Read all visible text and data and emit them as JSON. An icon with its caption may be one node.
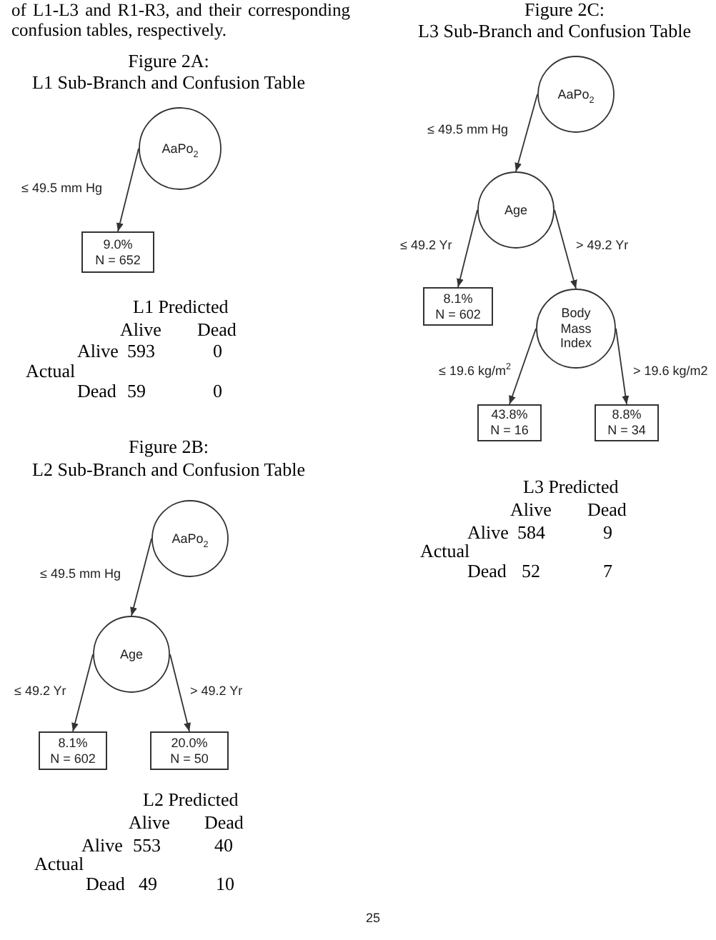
{
  "diagram": {
    "nodes": [
      {
        "text": [
          "AaPo$_{2}$"
        ]
      },
      {
        "text": [
          "9.0%",
          "N = 652"
        ]
      },
      {
        "text": [
          "AaPo$_{2}$"
        ]
      },
      {
        "text": [
          "Age"
        ]
      },
      {
        "text": [
          "8.1%",
          "N = 602"
        ]
      },
      {
        "text": [
          "20.0%",
          "N = 50"
        ]
      },
      {
        "text": [
          "AaPo$_{2}$"
        ]
      },
      {
        "text": [
          "Age"
        ]
      },
      {
        "text": [
          "8.1%",
          "N = 602"
        ]
      },
      {
        "text": [
          "Body Mass Index"
        ]
      },
      {
        "text": [
          "43.8%",
          "N = 16"
        ]
      },
      {
        "text": [
          "8.8%",
          "N = 34"
        ]
      }
    ],
    "edges": [
      {
        "from": 0,
        "to": 1,
        "arrow": "to",
        "label": "≤ 49.5 mm Hg"
      },
      {
        "from": 2,
        "to": 3,
        "arrow": "to",
        "label": "≤ 49.5 mm Hg"
      },
      {
        "from": 3,
        "to": 4,
        "arrow": "to",
        "label": "≤ 49.2 Yr"
      },
      {
        "from": 3,
        "to": 5,
        "arrow": "to",
        "label": "> 49.2 Yr"
      },
      {
        "from": 6,
        "to": 7,
        "arrow": "to",
        "label": "≤ 49.5 mm Hg"
      },
      {
        "from": 7,
        "to": 8,
        "arrow": "to",
        "label": "≤ 49.2 Yr"
      },
      {
        "from": 7,
        "to": 9,
        "arrow": "to",
        "label": "> 49.2 Yr"
      },
      {
        "from": 9,
        "to": 10,
        "arrow": "to",
        "label": "≤ 19.6 kg/m$^{2}$"
      },
      {
        "from": 9,
        "to": 11,
        "arrow": "to",
        "label": "> 19.6 kg/m2"
      }
    ],
    "labels": [
      "of L1-L3 and R1-R3, and their corresponding confusion tables, respectively.",
      "Figure 2A:",
      "L1 Sub-Branch and Confusion Table",
      "L1 Predicted",
      "Alive",
      "Dead",
      "Alive",
      "593",
      "0",
      "Actual",
      "Dead",
      "59",
      "0",
      "Figure 2B:",
      "L2 Sub-Branch and Confusion Table",
      "L2 Predicted",
      "Alive",
      "Dead",
      "Alive",
      "553",
      "40",
      "Actual",
      "Dead",
      "49",
      "10",
      "Figure 2C:",
      "L3 Sub-Branch and Confusion Table",
      "L3 Predicted",
      "Alive",
      "Dead",
      "Alive",
      "584",
      "9",
      "Actual",
      "Dead",
      "52",
      "7",
      "25"
    ]
  }
}
